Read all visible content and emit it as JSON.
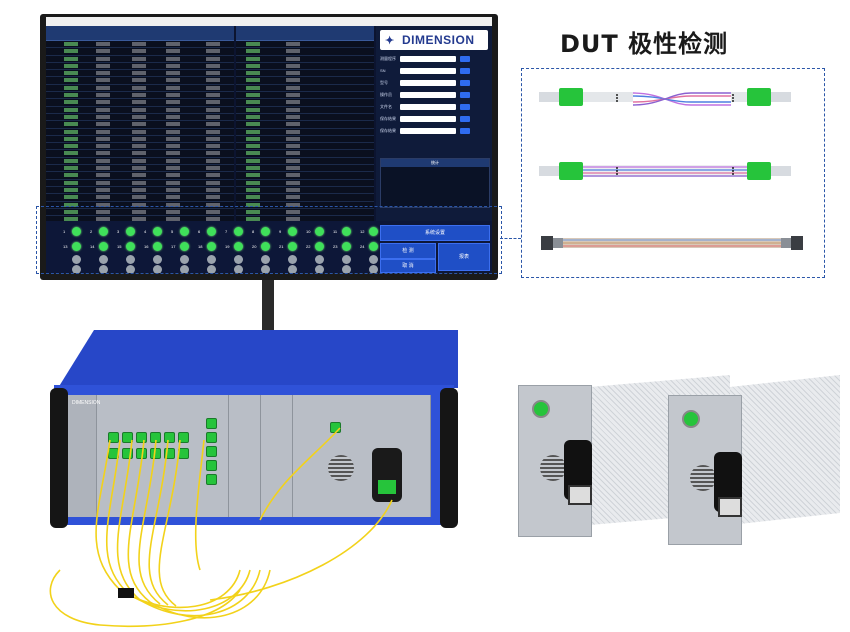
{
  "heading": "DUT 极性检测",
  "screen": {
    "window_title": "",
    "brand": "DIMENSION",
    "form_labels": [
      "测量程序",
      "SN",
      "型号",
      "操作员",
      "文件名",
      "保存结果",
      "保存结果"
    ],
    "buttons": {
      "settings": "系统设置",
      "test": "检 测",
      "report": "报表",
      "cancel": "取 消"
    },
    "summary_header": "统计"
  },
  "ports_row1": [
    "1",
    "2",
    "3",
    "4",
    "5",
    "6",
    "7",
    "8",
    "9",
    "10",
    "11",
    "12"
  ],
  "ports_row2": [
    "13",
    "14",
    "15",
    "16",
    "17",
    "18",
    "19",
    "20",
    "21",
    "22",
    "23",
    "24"
  ],
  "chassis_brand": "DIMENSION",
  "colors": {
    "accent": "#2b56a8",
    "chassis": "#2f52d8",
    "connector": "#26c43b",
    "fiber": "#f2d21a"
  },
  "cables": [
    {
      "type": "crossover",
      "connector_color": "#26c43b"
    },
    {
      "type": "straight",
      "connector_color": "#26c43b"
    },
    {
      "type": "ribbon",
      "connector_color": "#8a8f96"
    }
  ]
}
